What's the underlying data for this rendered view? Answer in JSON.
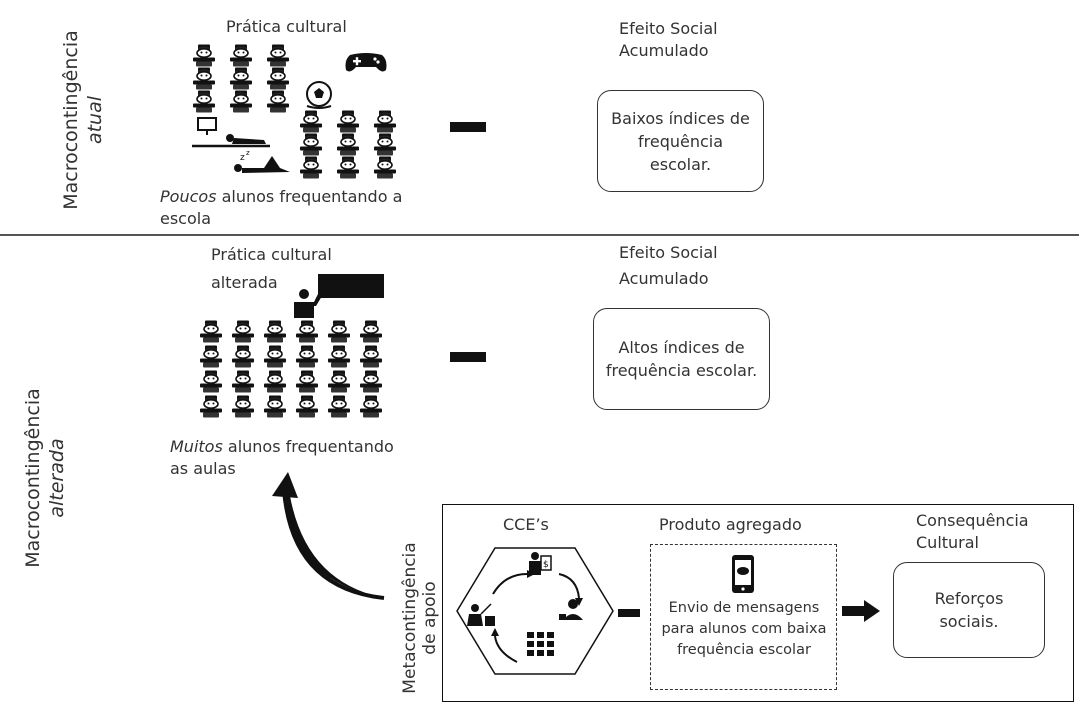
{
  "top": {
    "side_label_line1": "Macrocontingência",
    "side_label_line2": "atual",
    "practice_title": "Prática cultural",
    "effect_title_line1": "Efeito Social",
    "effect_title_line2": "Acumulado",
    "effect_box": "Baixos índices de frequência escolar.",
    "caption_italic": "Poucos",
    "caption_rest": " alunos frequentando a escola"
  },
  "bottom": {
    "side_label_line1": "Macrocontingência",
    "side_label_line2": "alterada",
    "practice_title_line1": "Prática cultural",
    "practice_title_line2": "alterada",
    "effect_title_line1": "Efeito Social",
    "effect_title_line2": "Acumulado",
    "effect_box": "Altos índices de frequência escolar.",
    "caption_italic": "Muitos",
    "caption_rest_1": " alunos frequentando",
    "caption_rest_2": "as aulas"
  },
  "meta": {
    "side_label_line1": "Metacontingência",
    "side_label_line2": "de apoio",
    "cce_title": "CCE’s",
    "product_title": "Produto agregado",
    "product_text": "Envio de mensagens para alunos com baixa frequência escolar",
    "consequence_title_line1": "Consequência",
    "consequence_title_line2": "Cultural",
    "consequence_box": "Reforços sociais."
  },
  "icons": [
    "student-icon",
    "gamepad-icon",
    "soccer-ball-icon",
    "tv-lying-person-icon",
    "sleeping-person-icon",
    "teacher-board-icon",
    "smartphone-icon",
    "money-person-icon",
    "user-icon",
    "arrow-right-icon",
    "curved-arrow-icon"
  ]
}
